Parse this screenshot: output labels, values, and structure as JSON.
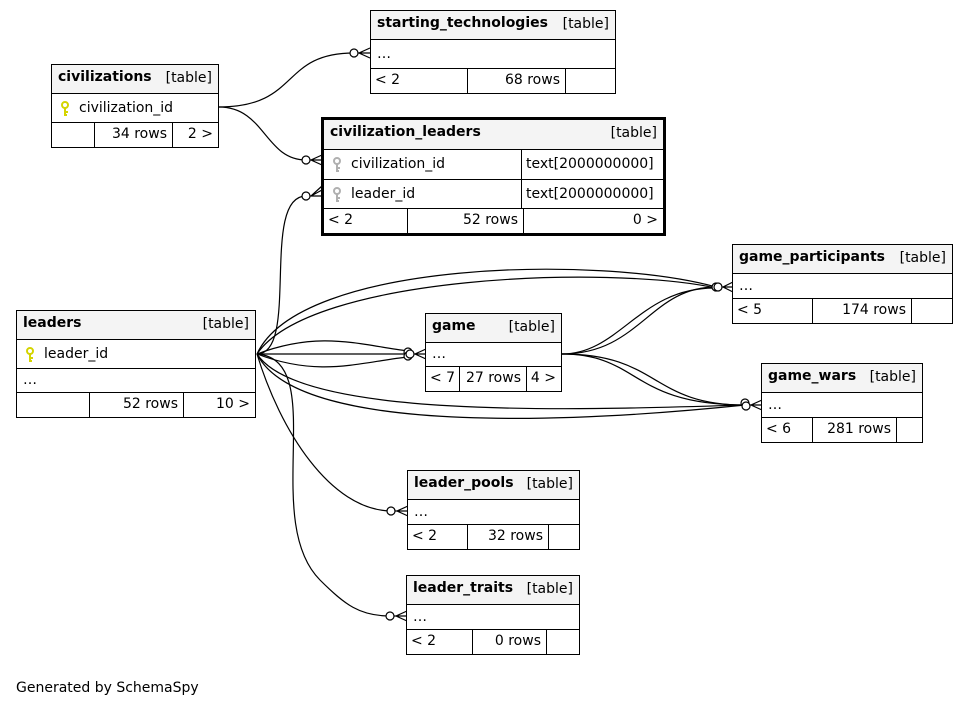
{
  "tables": {
    "starting_technologies": {
      "name": "starting_technologies",
      "type": "[table]",
      "cols": [
        "…"
      ],
      "foot": [
        "< 2",
        "68 rows",
        ""
      ]
    },
    "civilizations": {
      "name": "civilizations",
      "type": "[table]",
      "cols": [
        "civilization_id"
      ],
      "foot": [
        "",
        "34 rows",
        "2 >"
      ]
    },
    "civilization_leaders": {
      "name": "civilization_leaders",
      "type": "[table]",
      "cols": [
        "civilization_id",
        "leader_id"
      ],
      "col_types": [
        "text[2000000000]",
        "text[2000000000]"
      ],
      "foot": [
        "< 2",
        "52 rows",
        "0 >"
      ]
    },
    "game_participants": {
      "name": "game_participants",
      "type": "[table]",
      "cols": [
        "…"
      ],
      "foot": [
        "< 5",
        "174 rows",
        ""
      ]
    },
    "leaders": {
      "name": "leaders",
      "type": "[table]",
      "cols": [
        "leader_id",
        "…"
      ],
      "foot": [
        "",
        "52 rows",
        "10 >"
      ]
    },
    "game": {
      "name": "game",
      "type": "[table]",
      "cols": [
        "…"
      ],
      "foot": [
        "< 7",
        "27 rows",
        "4 >"
      ]
    },
    "game_wars": {
      "name": "game_wars",
      "type": "[table]",
      "cols": [
        "…"
      ],
      "foot": [
        "< 6",
        "281 rows",
        ""
      ]
    },
    "leader_pools": {
      "name": "leader_pools",
      "type": "[table]",
      "cols": [
        "…"
      ],
      "foot": [
        "< 2",
        "32 rows",
        ""
      ]
    },
    "leader_traits": {
      "name": "leader_traits",
      "type": "[table]",
      "cols": [
        "…"
      ],
      "foot": [
        "< 2",
        "0 rows",
        ""
      ]
    }
  },
  "colors": {
    "primary_key": "#d4d400",
    "foreign_key": "#b0b0b0",
    "header_bg": "#f4f4f4"
  },
  "footer": "Generated by SchemaSpy"
}
